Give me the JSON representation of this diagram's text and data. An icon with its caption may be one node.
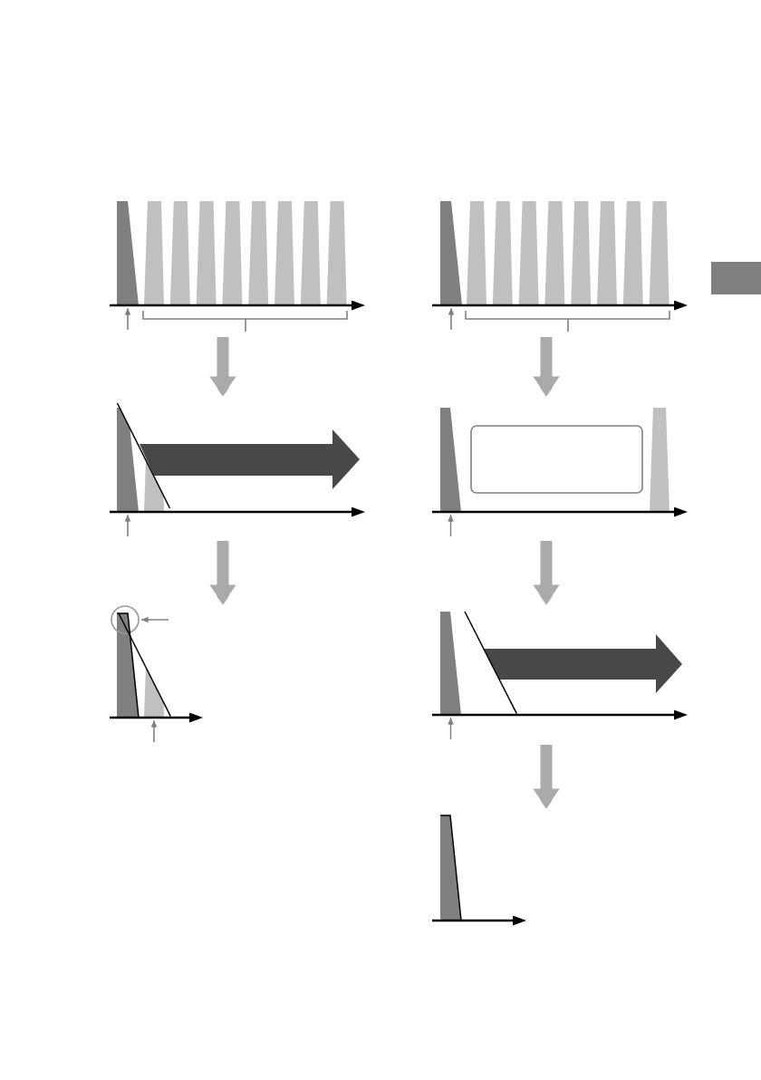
{
  "diagram": {
    "nodes": [
      {
        "text": [],
        "shape": "picture"
      },
      {
        "text": [],
        "shape": "bar",
        "in": 0
      },
      {
        "text": [],
        "shape": "picture"
      },
      {
        "text": [],
        "shape": "bar",
        "in": 2
      },
      {
        "text": [],
        "shape": "bar",
        "in": 2
      },
      {
        "text": [],
        "shape": "picture"
      },
      {
        "text": [],
        "shape": "circle",
        "in": 5
      },
      {
        "text": [],
        "shape": "bar",
        "in": 5
      },
      {
        "text": [],
        "shape": "picture"
      },
      {
        "text": [],
        "shape": "bar",
        "in": 8
      },
      {
        "text": [],
        "shape": "picture"
      },
      {
        "text": [],
        "shape": "bar",
        "in": 10
      },
      {
        "text": [],
        "shape": "box",
        "in": 10
      },
      {
        "text": [],
        "shape": "picture"
      },
      {
        "text": [],
        "shape": "bar",
        "in": 13
      },
      {
        "text": [],
        "shape": "picture"
      }
    ],
    "edges": [
      {
        "from": 0,
        "to": 2,
        "arrow": "to",
        "style": "thick",
        "color": "#aaaaaa"
      },
      {
        "from": 2,
        "to": 5,
        "arrow": "to",
        "style": "thick",
        "color": "#aaaaaa"
      },
      {
        "from": 8,
        "to": 10,
        "arrow": "to",
        "style": "thick",
        "color": "#aaaaaa"
      },
      {
        "from": 10,
        "to": 13,
        "arrow": "to",
        "style": "thick",
        "color": "#aaaaaa"
      },
      {
        "from": 13,
        "to": 15,
        "arrow": "to",
        "style": "thick",
        "color": "#aaaaaa"
      },
      {
        "from": null,
        "to": 1,
        "arrow": "to"
      },
      {
        "from": null,
        "to": 3,
        "arrow": "to"
      },
      {
        "from": null,
        "to": 6,
        "arrow": "to"
      },
      {
        "from": null,
        "to": 7,
        "arrow": "to"
      },
      {
        "from": null,
        "to": 9,
        "arrow": "to"
      },
      {
        "from": null,
        "to": 11,
        "arrow": "to"
      },
      {
        "from": null,
        "to": 14,
        "arrow": "to"
      }
    ]
  }
}
